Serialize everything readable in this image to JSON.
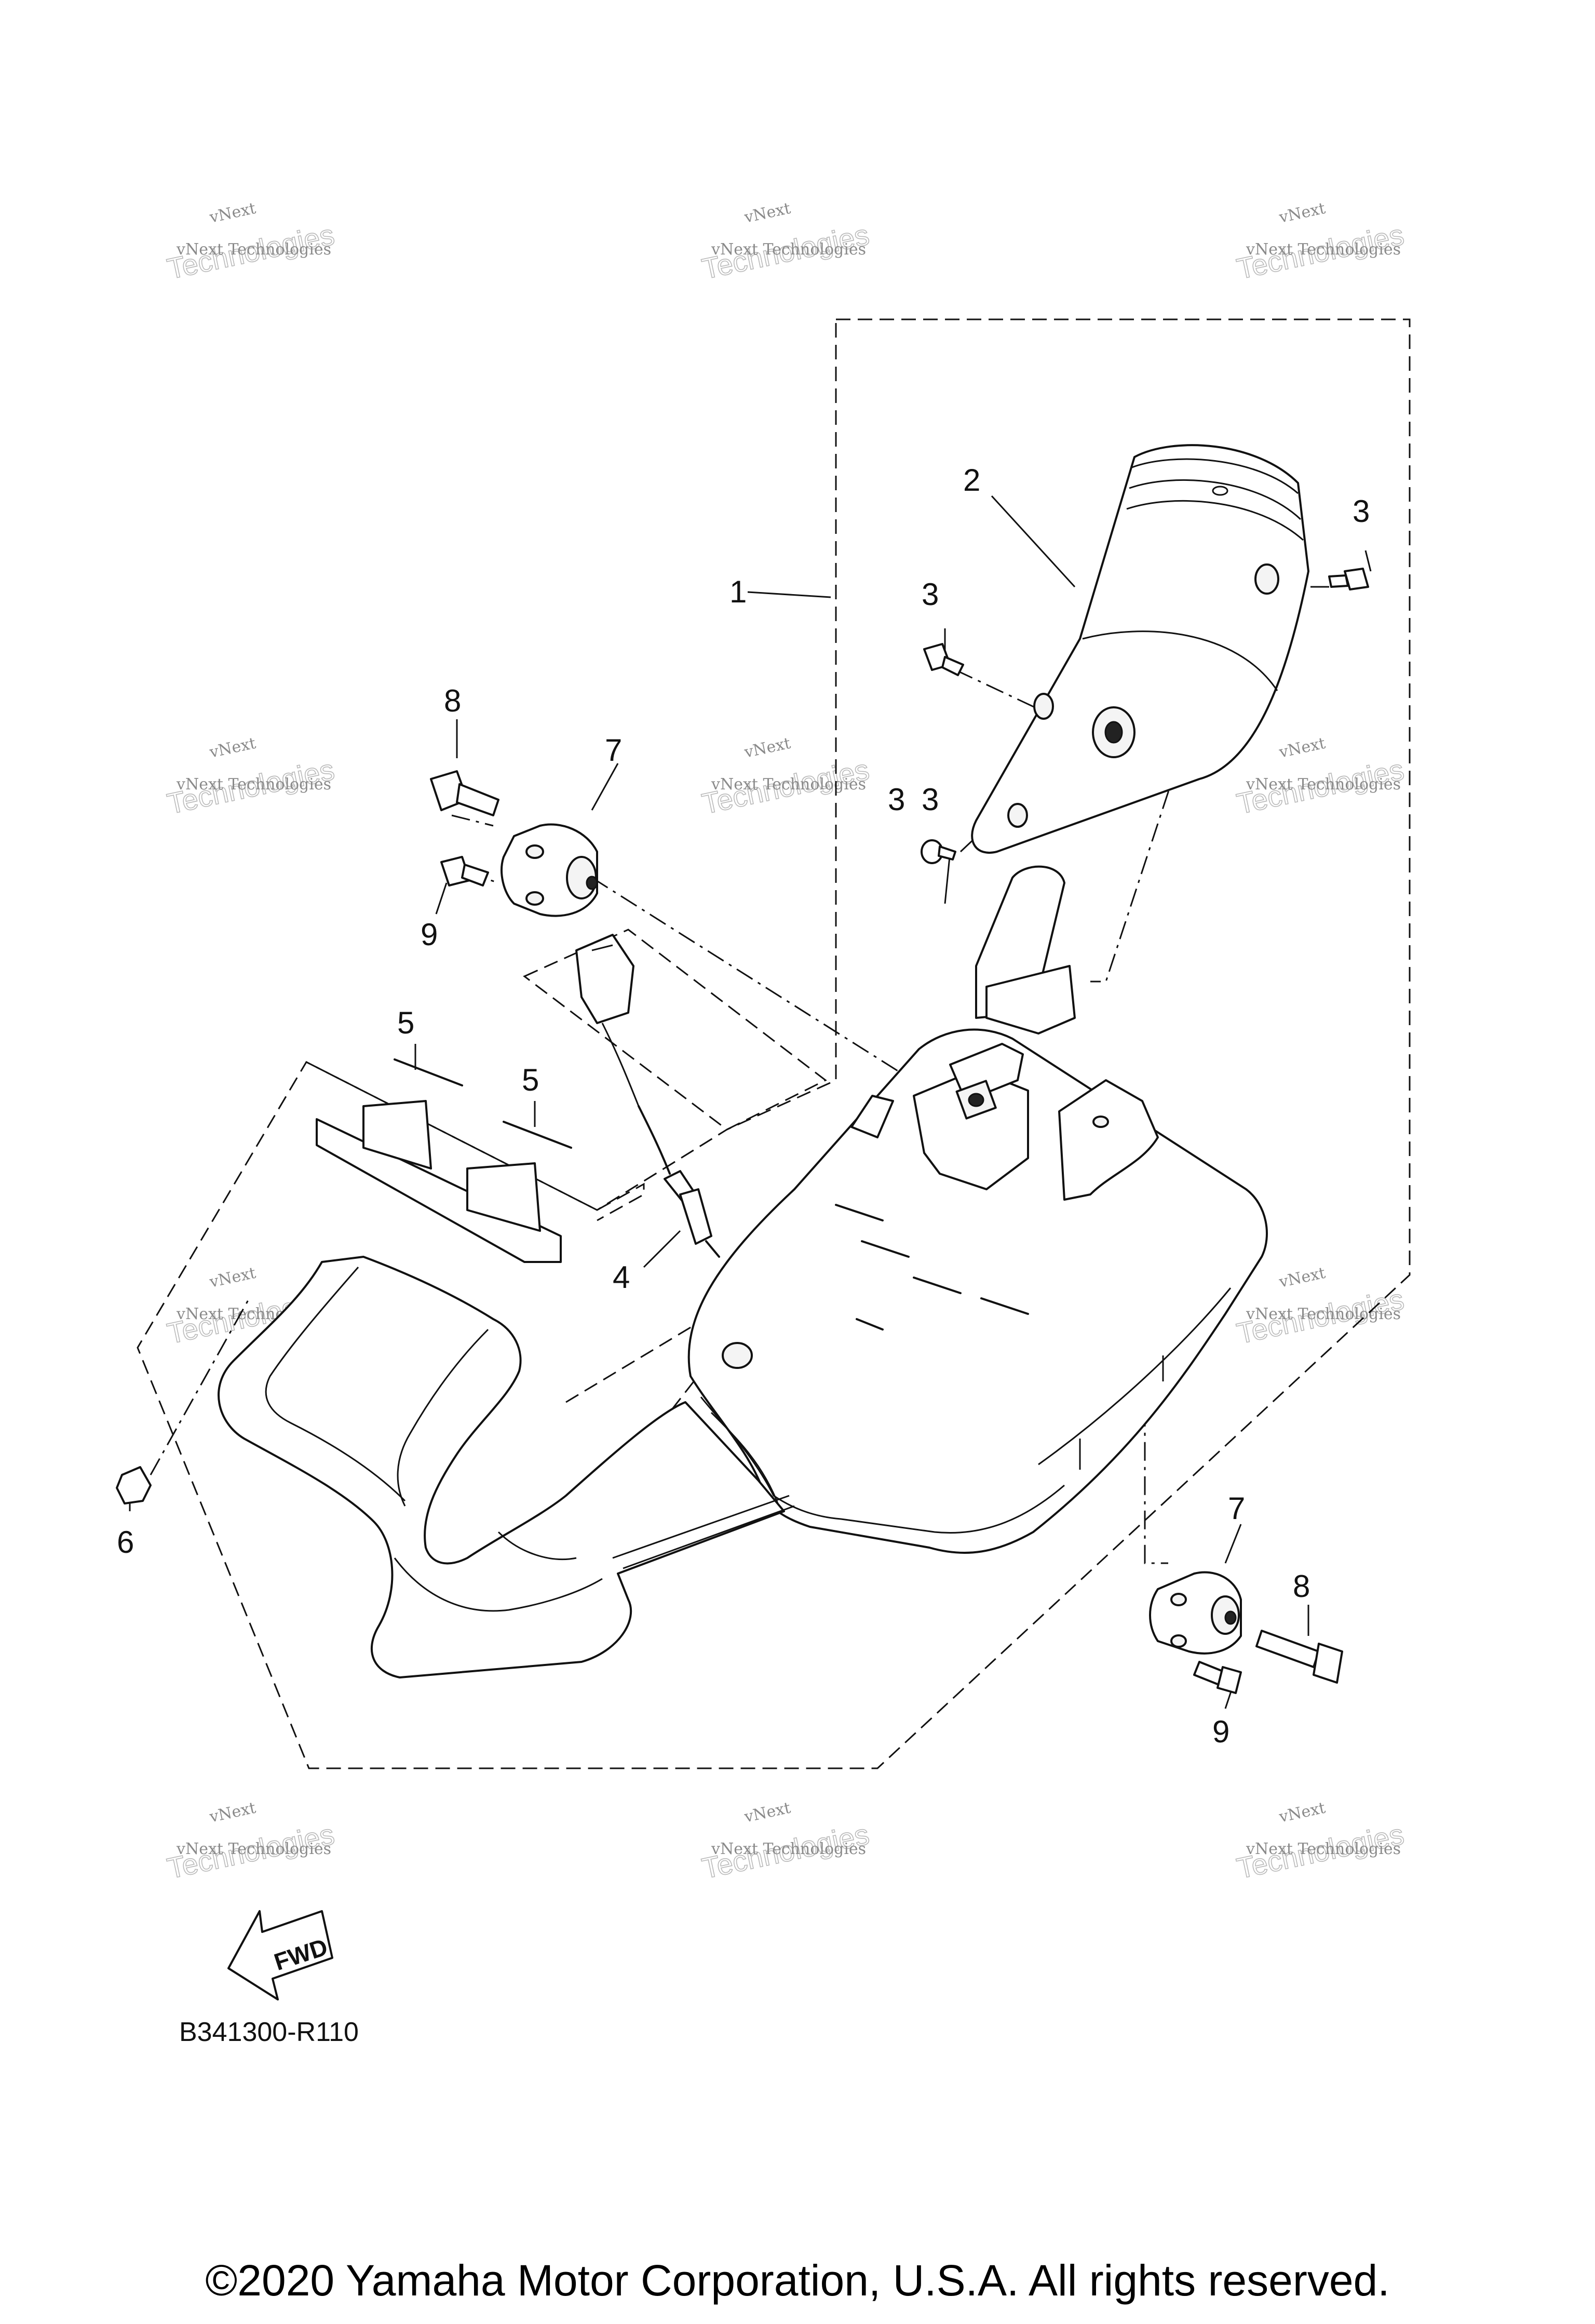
{
  "diagram": {
    "callouts": [
      "1",
      "2",
      "3",
      "3",
      "3",
      "3",
      "4",
      "5",
      "5",
      "6",
      "7",
      "7",
      "8",
      "8",
      "9",
      "9"
    ],
    "watermark": {
      "line1": "vNext",
      "line2": "Technologies",
      "combined": "vNext Technologies"
    },
    "fwd_label": "FWD",
    "part_number": "B341300-R110",
    "copyright": "©2020 Yamaha Motor Corporation, U.S.A. All rights reserved."
  }
}
